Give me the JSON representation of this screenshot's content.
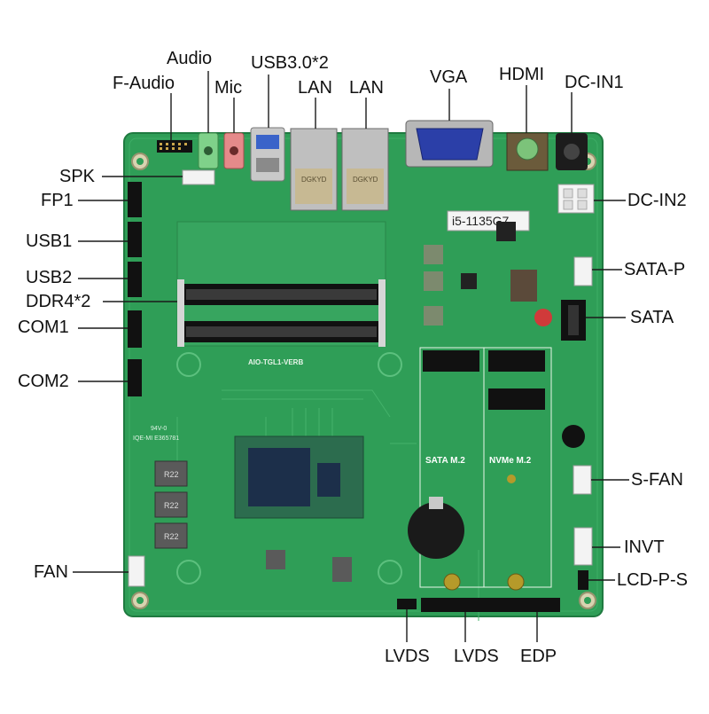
{
  "board": {
    "model_label": "i5-1135G7",
    "silkscreen_name": "AIO-TGL1-VERB",
    "mark_line1": "94V-0",
    "mark_line2": "IQE-MI E365781",
    "sata_m2_silk": "SATA  M.2",
    "nvme_m2_silk": "NVMe  M.2",
    "lan_chip_text": "DGKYD",
    "inductor_text": "R22"
  },
  "labels": {
    "audio": "Audio",
    "f_audio": "F-Audio",
    "mic": "Mic",
    "usb30": "USB3.0*2",
    "lan1": "LAN",
    "lan2": "LAN",
    "vga": "VGA",
    "hdmi": "HDMI",
    "dc_in1": "DC-IN1",
    "spk": "SPK",
    "fp1": "FP1",
    "usb1": "USB1",
    "usb2": "USB2",
    "ddr4": "DDR4*2",
    "com1": "COM1",
    "com2": "COM2",
    "fan": "FAN",
    "dc_in2": "DC-IN2",
    "sata_p": "SATA-P",
    "sata": "SATA",
    "s_fan": "S-FAN",
    "invt": "INVT",
    "lcd_p_s": "LCD-P-S",
    "lvds1": "LVDS",
    "lvds2": "LVDS",
    "edp": "EDP"
  },
  "colors": {
    "pcb": "#2f9e57",
    "pcb_dark": "#1f7a40",
    "pcb_light": "#45b36b",
    "leader": "#1a1a1a",
    "vga_blue": "#2b3fa8",
    "audio_green": "#7fd18a",
    "mic_pink": "#e58a8a"
  }
}
